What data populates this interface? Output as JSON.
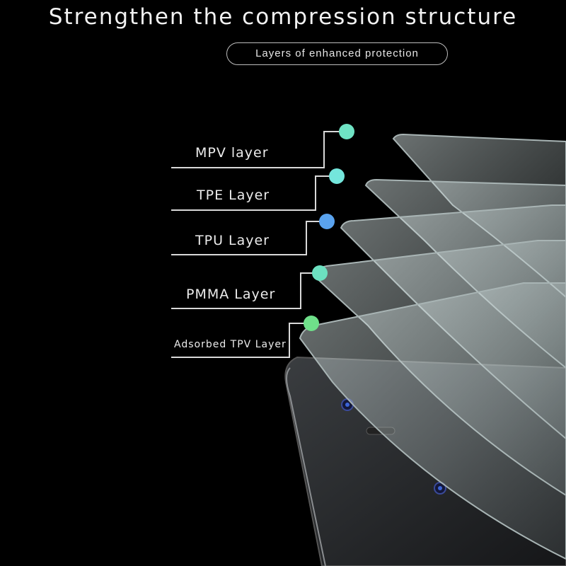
{
  "header": {
    "title": "Strengthen the compression structure",
    "subtitle": "Layers of enhanced protection"
  },
  "layers": [
    {
      "name": "MPV layer",
      "color": "#6fe3c4"
    },
    {
      "name": "TPE Layer",
      "color": "#74e6dc"
    },
    {
      "name": "TPU Layer",
      "color": "#5aa3ef"
    },
    {
      "name": "PMMA Layer",
      "color": "#6ce0c0"
    },
    {
      "name": "Adsorbed TPV Layer",
      "color": "#6fe08a"
    }
  ]
}
